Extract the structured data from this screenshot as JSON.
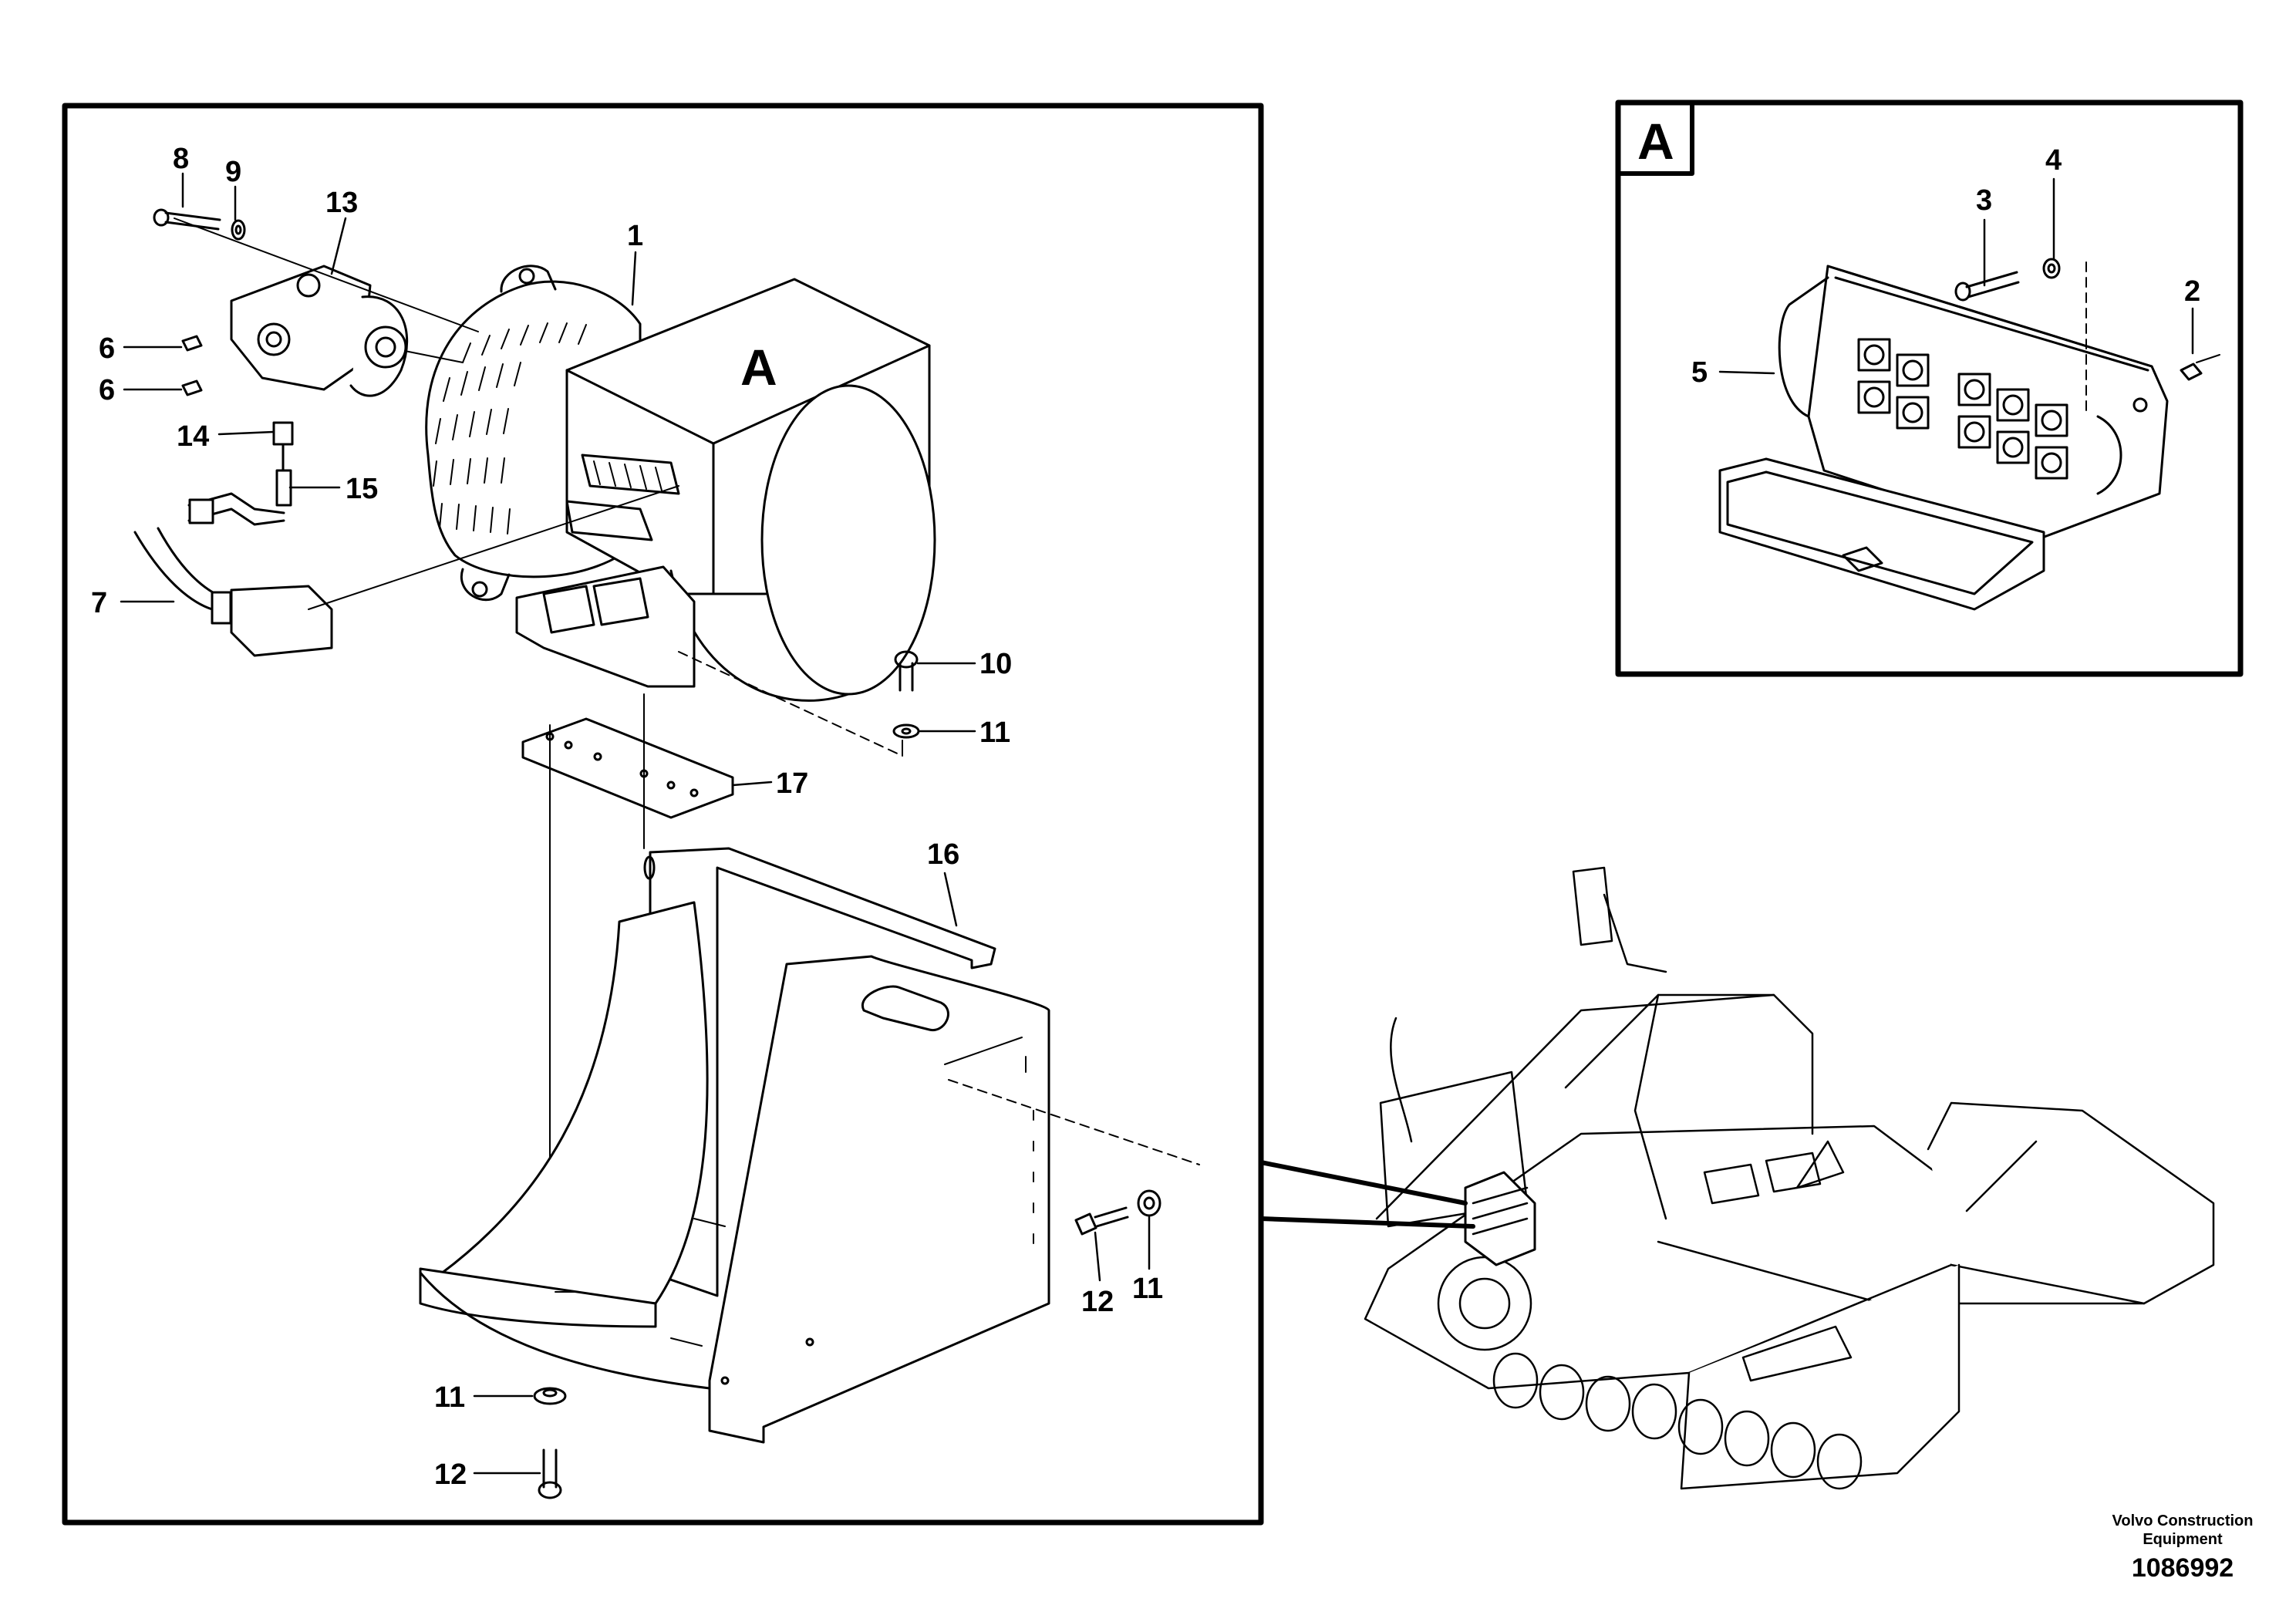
{
  "detail_label": "A",
  "callouts": {
    "c1": "1",
    "c6a": "6",
    "c6b": "6",
    "c7": "7",
    "c8": "8",
    "c9": "9",
    "c10": "10",
    "c11a": "11",
    "c11b": "11",
    "c11c": "11",
    "c12a": "12",
    "c12b": "12",
    "c13": "13",
    "c14": "14",
    "c15": "15",
    "c16": "16",
    "c17": "17",
    "d2": "2",
    "d3": "3",
    "d4": "4",
    "d5": "5"
  },
  "credit": {
    "line1": "Volvo Construction",
    "line2": "Equipment",
    "drawing_number": "1086992"
  }
}
